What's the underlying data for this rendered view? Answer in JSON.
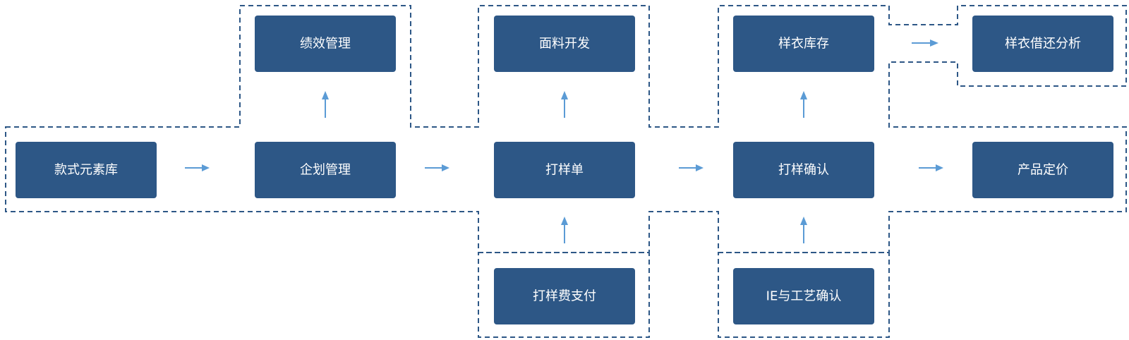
{
  "colors": {
    "node_fill": "#2d5786",
    "node_text": "#ffffff",
    "group_border": "#2d5786",
    "arrow": "#5b9bd5"
  },
  "nodes": {
    "style_library": "款式元素库",
    "planning": "企划管理",
    "performance": "绩效管理",
    "fabric_dev": "面料开发",
    "sample_order": "打样单",
    "sample_fee": "打样费支付",
    "sample_inventory": "样衣库存",
    "sample_confirm": "打样确认",
    "ie_process": "IE与工艺确认",
    "sample_loan": "样衣借还分析",
    "pricing": "产品定价"
  }
}
